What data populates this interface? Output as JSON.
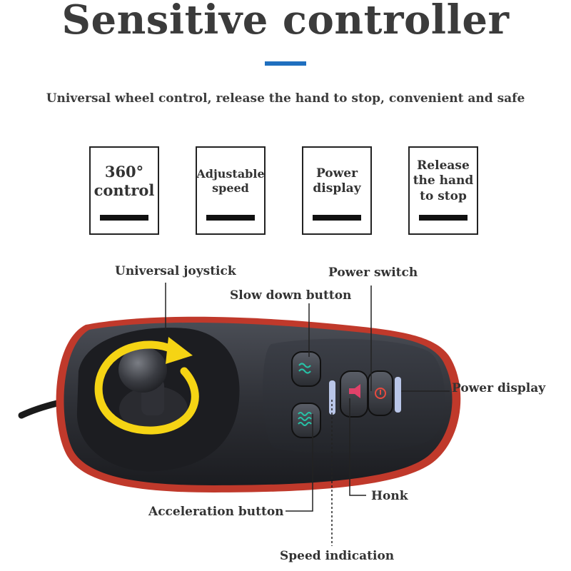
{
  "header": {
    "title": "Sensitive controller",
    "subtitle": "Universal wheel control, release the hand to stop, convenient and safe",
    "accent_color": "#1f6fbf"
  },
  "features": [
    {
      "label": "360°\ncontrol"
    },
    {
      "label": "Adjustable\nspeed"
    },
    {
      "label": "Power\ndisplay"
    },
    {
      "label": "Release\nthe hand\nto stop"
    }
  ],
  "callouts": {
    "joystick": "Universal joystick",
    "power_switch": "Power switch",
    "slow_down": "Slow down button",
    "power_display": "Power display",
    "honk": "Honk",
    "acceleration": "Acceleration button",
    "speed_indication": "Speed indication"
  },
  "colors": {
    "controller_rim": "#c0392b",
    "controller_body": "#2b2d31",
    "button_accent": "#27c2a6",
    "horn_accent": "#e0426a",
    "power_accent": "#e84a3f",
    "indicator_light": "#b9c6e8",
    "rotation_arrow": "#f5d414"
  },
  "icons": {
    "slow_down": "slow-wave-icon",
    "acceleration": "fast-wave-icon",
    "honk": "horn-icon",
    "power": "power-icon",
    "rotation": "rotation-arrow-icon"
  }
}
